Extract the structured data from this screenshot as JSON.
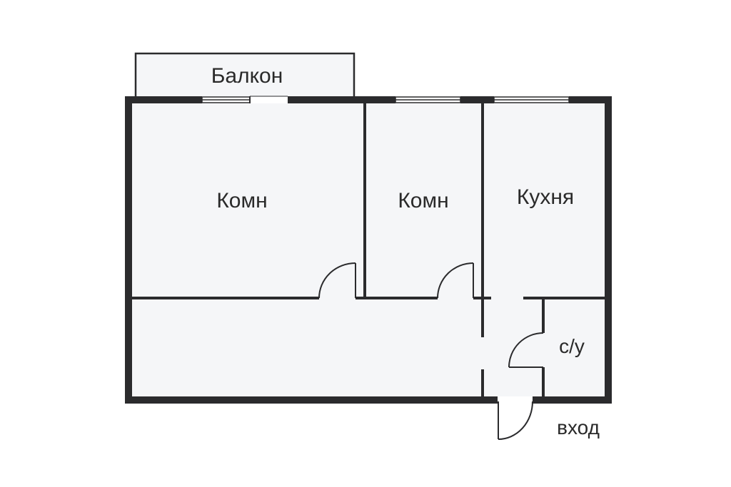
{
  "plan": {
    "colors": {
      "wall": "#2b2b2d",
      "room_fill": "#f5f6f8",
      "background": "#ffffff"
    },
    "rooms": {
      "balcony": "Балкон",
      "room_1": "Комн",
      "room_2": "Комн",
      "kitchen": "Кухня",
      "bathroom": "с/у",
      "entrance": "вход"
    }
  }
}
